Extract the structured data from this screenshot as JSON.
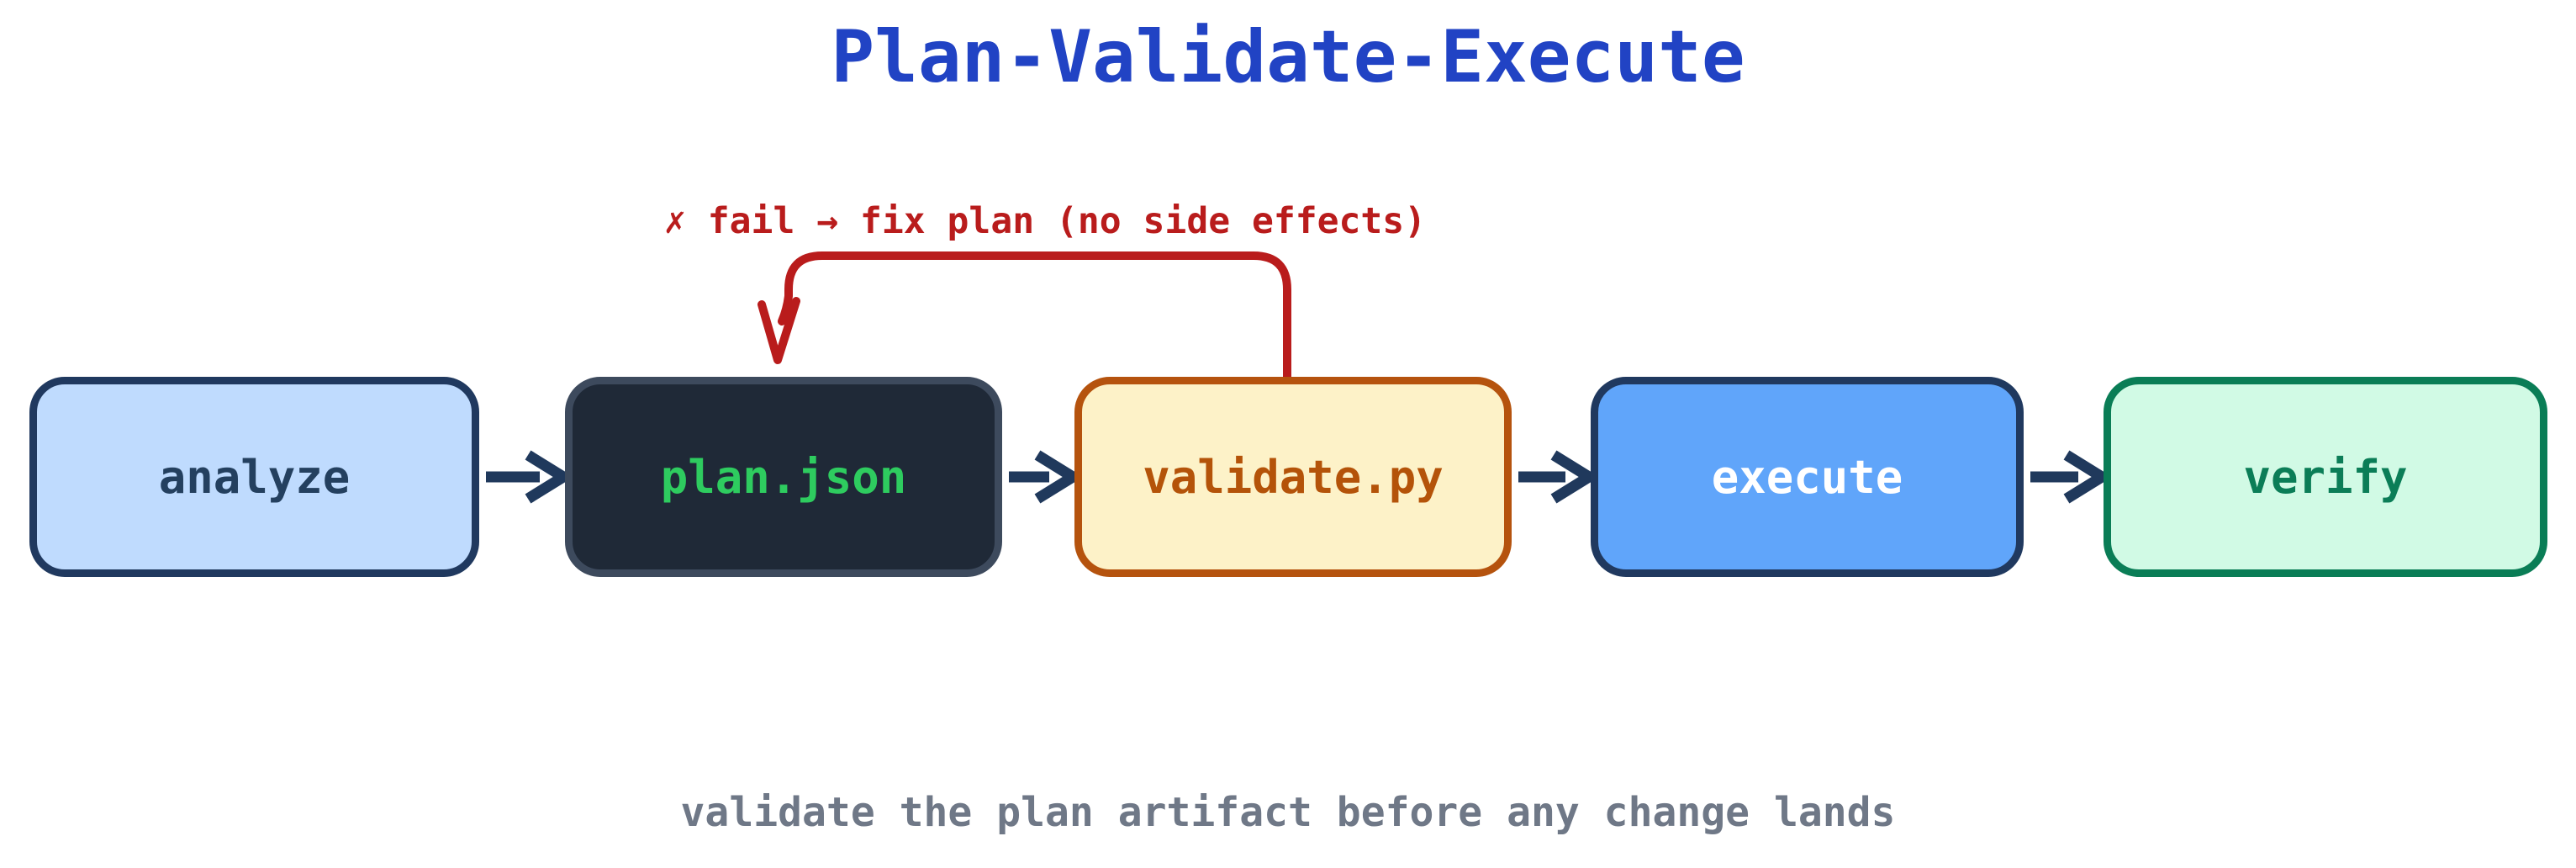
{
  "title": "Plan-Validate-Execute",
  "fail_loop": {
    "label": "✗ fail → fix plan (no side effects)",
    "from": "validate.py",
    "to": "plan.json"
  },
  "nodes": [
    {
      "id": "analyze",
      "label": "analyze",
      "fill": "#bfdbfe",
      "border": "#20395f",
      "text": "#24405f"
    },
    {
      "id": "plan-json",
      "label": "plan.json",
      "fill": "#1f2937",
      "border": "#3d4a5d",
      "text": "#2ecc5f"
    },
    {
      "id": "validate-py",
      "label": "validate.py",
      "fill": "#fdf2c8",
      "border": "#b5530e",
      "text": "#b45309"
    },
    {
      "id": "execute",
      "label": "execute",
      "fill": "#60a5fa",
      "border": "#20395f",
      "text": "#ffffff"
    },
    {
      "id": "verify",
      "label": "verify",
      "fill": "#d1fae5",
      "border": "#0a7d56",
      "text": "#0b7d57"
    }
  ],
  "edges": [
    "analyze → plan.json",
    "plan.json → validate.py",
    "validate.py → execute",
    "execute → verify"
  ],
  "caption": "validate the plan artifact before any change lands",
  "colors": {
    "title_blue": "#2143c4",
    "fail_red": "#b91c1c",
    "connector_navy": "#20395c",
    "caption_gray": "#6f7887",
    "background": "#ffffff"
  }
}
